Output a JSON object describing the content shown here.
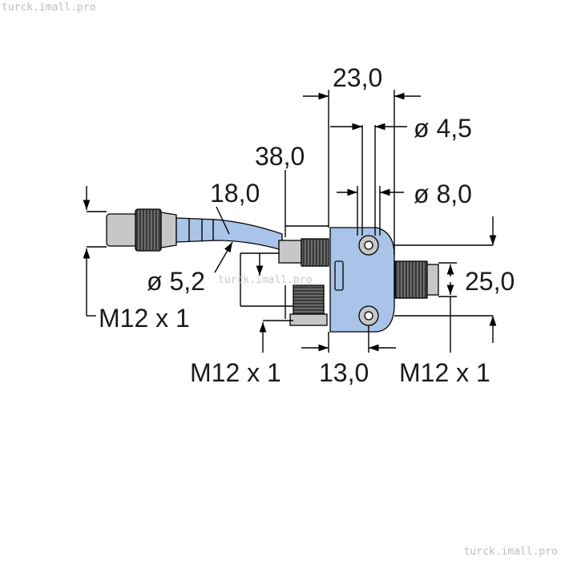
{
  "watermark": "turck.imall.pro",
  "dimensions": {
    "d23": "23,0",
    "d4_5": "ø 4,5",
    "d38": "38,0",
    "d18": "18,0",
    "d8": "ø 8,0",
    "d5_2": "ø 5,2",
    "d25": "25,0",
    "d13": "13,0",
    "m12_left": "M12 x 1",
    "m12_bottom": "M12 x 1",
    "m12_right": "M12 x 1"
  },
  "colors": {
    "body_blue": "#a9c4e8",
    "connector_gray": "#c7c7c7",
    "knurl_dark": "#3a3a3a"
  }
}
